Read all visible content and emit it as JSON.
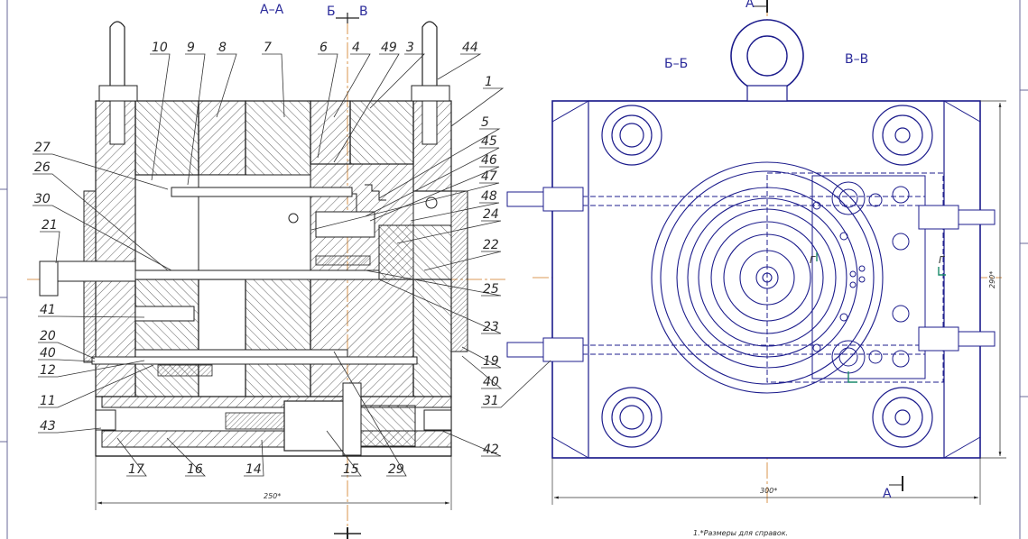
{
  "sections": {
    "aa": "А–А",
    "bb": "Б–Б",
    "vv": "В–В",
    "b_mark": "Б",
    "v_mark": "В",
    "a_mark_top": "А",
    "a_mark_bottom": "А",
    "g_left": "Г",
    "g_right": "Г"
  },
  "leaders": [
    {
      "n": "1"
    },
    {
      "n": "3"
    },
    {
      "n": "4"
    },
    {
      "n": "5"
    },
    {
      "n": "6"
    },
    {
      "n": "7"
    },
    {
      "n": "8"
    },
    {
      "n": "9"
    },
    {
      "n": "10"
    },
    {
      "n": "11"
    },
    {
      "n": "12"
    },
    {
      "n": "14"
    },
    {
      "n": "15"
    },
    {
      "n": "16"
    },
    {
      "n": "17"
    },
    {
      "n": "19"
    },
    {
      "n": "20"
    },
    {
      "n": "21"
    },
    {
      "n": "22"
    },
    {
      "n": "23"
    },
    {
      "n": "24"
    },
    {
      "n": "25"
    },
    {
      "n": "26"
    },
    {
      "n": "27"
    },
    {
      "n": "29"
    },
    {
      "n": "30"
    },
    {
      "n": "31"
    },
    {
      "n": "40"
    },
    {
      "n": "40"
    },
    {
      "n": "41"
    },
    {
      "n": "42"
    },
    {
      "n": "43"
    },
    {
      "n": "44"
    },
    {
      "n": "45"
    },
    {
      "n": "46"
    },
    {
      "n": "47"
    },
    {
      "n": "48"
    },
    {
      "n": "49"
    }
  ],
  "dimensions": {
    "width_left": "250*",
    "width_right": "300*",
    "height_right": "290*"
  },
  "note": "1.*Размеры для справок.",
  "colors": {
    "outline": "#1c1c8c",
    "axis": "#d07a20",
    "hatch": "#3a3a3a",
    "green": "#1a8a6a"
  }
}
